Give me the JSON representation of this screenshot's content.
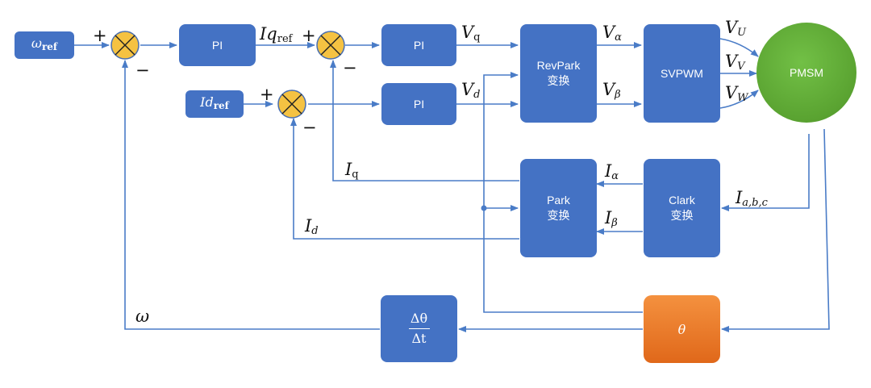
{
  "inputs": {
    "omega_ref": {
      "main": "ω",
      "sub": "ref"
    },
    "id_ref": {
      "main": "Id",
      "sub": "ref"
    }
  },
  "blocks": {
    "pi_speed": "PI",
    "pi_q": "PI",
    "pi_d": "PI",
    "revpark": [
      "RevPark",
      "变换"
    ],
    "svpwm": "SVPWM",
    "motor": "PMSM",
    "park": [
      "Park",
      "变换"
    ],
    "clark": [
      "Clark",
      "变换"
    ],
    "derivative": {
      "num": "Δθ",
      "den": "Δt"
    },
    "theta": "θ"
  },
  "signals": {
    "iq_ref": {
      "main": "Iq",
      "sub": "ref"
    },
    "vq": {
      "main": "V",
      "sub": "q"
    },
    "vd": {
      "main": "V",
      "sub": "d"
    },
    "v_alpha": {
      "main": "V",
      "sub": "α"
    },
    "v_beta": {
      "main": "V",
      "sub": "β"
    },
    "vu": {
      "main": "V",
      "sub": "U"
    },
    "vv": {
      "main": "V",
      "sub": "V"
    },
    "vw": {
      "main": "V",
      "sub": "W"
    },
    "iq": {
      "main": "I",
      "sub": "q"
    },
    "id": {
      "main": "I",
      "sub": "d"
    },
    "i_alpha": {
      "main": "I",
      "sub": "α"
    },
    "i_beta": {
      "main": "I",
      "sub": "β"
    },
    "i_abc": {
      "main": "I",
      "sub": "a,b,c"
    },
    "omega": "ω"
  },
  "summing_signs": {
    "s1_plus": "+",
    "s1_minus": "−",
    "s2_plus": "+",
    "s2_minus": "−",
    "s3_plus": "+",
    "s3_minus": "−"
  },
  "colors": {
    "block": "#4472c4",
    "line": "#4a7cc7",
    "sum": "#f5c242",
    "motor": "#5aa331",
    "theta_block": "#ed7d31"
  }
}
